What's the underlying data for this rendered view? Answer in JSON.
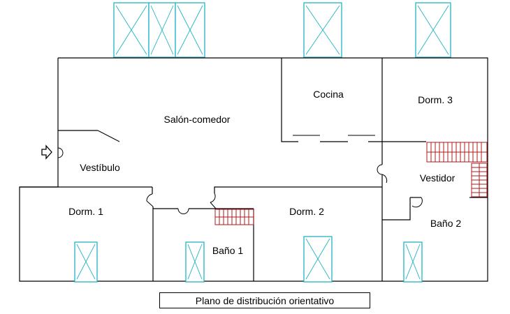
{
  "rooms": {
    "salon": "Salón-comedor",
    "cocina": "Cocina",
    "dorm3": "Dorm. 3",
    "vestibulo": "Vestíbulo",
    "vestidor": "Vestidor",
    "dorm1": "Dorm. 1",
    "dorm2": "Dorm. 2",
    "bano1": "Baño 1",
    "bano2": "Baño 2"
  },
  "caption": "Plano de distribución orientativo",
  "colors": {
    "walls": "#000000",
    "windows": "#1fb5c4",
    "stairs": "#b01818"
  },
  "icons": {
    "entrance": "entrance-arrow-icon"
  }
}
